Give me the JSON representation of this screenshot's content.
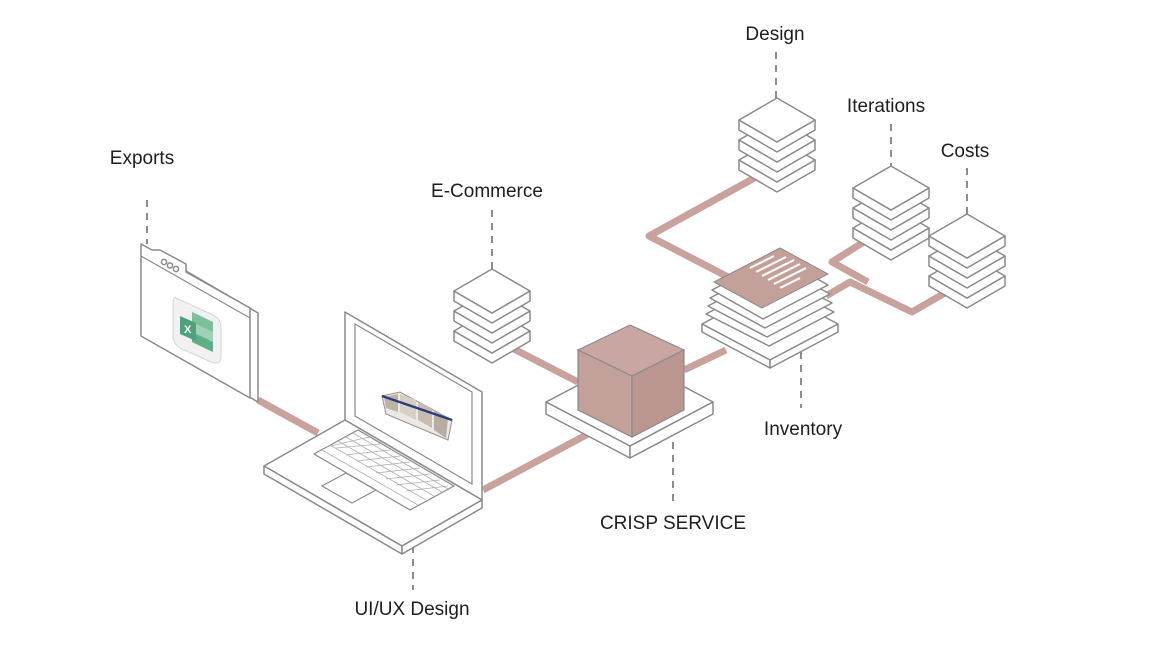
{
  "labels": {
    "design": "Design",
    "iterations": "Iterations",
    "costs": "Costs",
    "exports": "Exports",
    "ecommerce": "E-Commerce",
    "inventory": "Inventory",
    "crisp_service": "CRISP SERVICE",
    "uiux_design": "UI/UX Design"
  },
  "icons": {
    "spreadsheet": "excel-icon",
    "spreadsheet_letter": "X",
    "database": "database-stack-icon",
    "documents": "document-stack-icon",
    "laptop": "laptop-icon",
    "service": "cube-icon"
  },
  "colors": {
    "connector": "#c9a19d",
    "accent_fill": "#c4a09b",
    "outline": "#8a8a8a",
    "text": "#1e1e1e",
    "excel_green": "#4da27a"
  }
}
